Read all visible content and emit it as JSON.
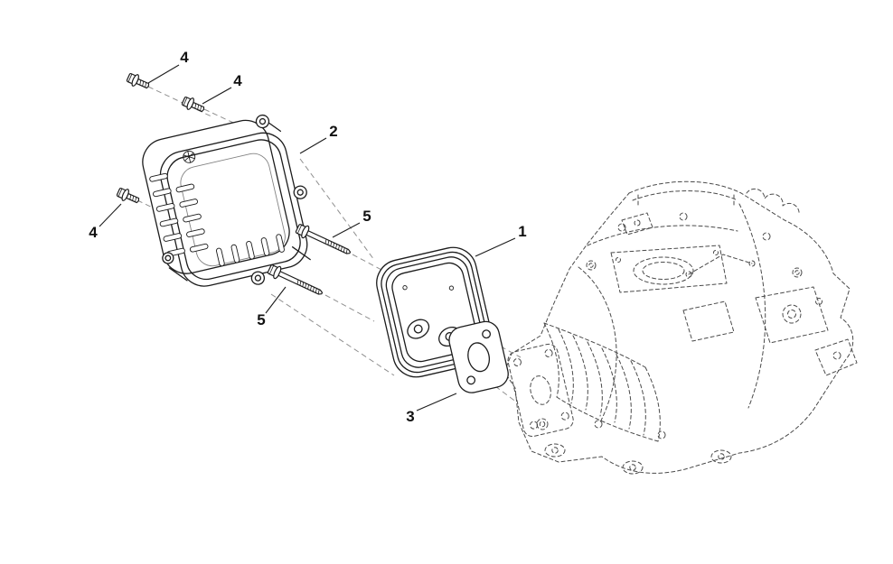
{
  "diagram": {
    "callouts": [
      {
        "label": "4"
      },
      {
        "label": "4"
      },
      {
        "label": "2"
      },
      {
        "label": "4"
      },
      {
        "label": "5"
      },
      {
        "label": "1"
      },
      {
        "label": "5"
      },
      {
        "label": "3"
      }
    ],
    "colors": {
      "background": "#ffffff",
      "part_line": "#1c1c1c",
      "ghost_line": "#4a4a4a",
      "callout_text": "#111111"
    }
  }
}
